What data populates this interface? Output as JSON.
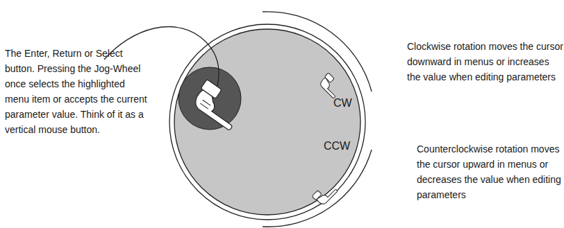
{
  "diagram": {
    "labels": [
      "The Enter, Return or Select button. Pressing the Jog-Wheel once selects the highlighted menu item or accepts the current parameter value. Think of it as a vertical mouse button.",
      "CW",
      "Clockwise rotation moves the cursor downward in menus or increases the value when editing parameters",
      "CCW",
      "Counterclockwise rotation moves the cursor upward in menus or decreases the value when editing parameters"
    ]
  }
}
